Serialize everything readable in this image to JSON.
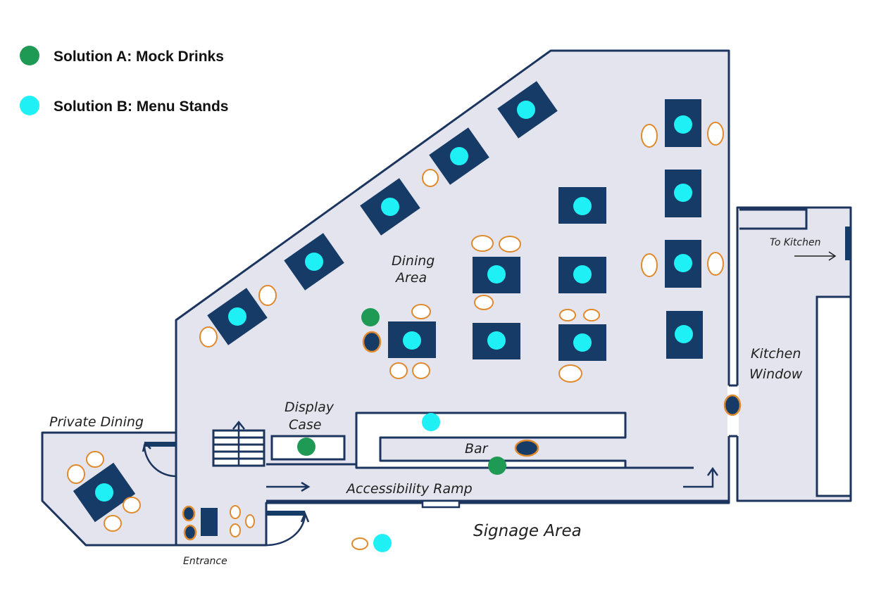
{
  "legend": {
    "solution_a": {
      "label": "Solution A: Mock Drinks",
      "color": "#1f9a55"
    },
    "solution_b": {
      "label": "Solution B: Menu Stands",
      "color": "#1ff0f5"
    }
  },
  "labels": {
    "dining_area": "Dining Area",
    "private_dining": "Private Dining",
    "display_case": "Display Case",
    "bar": "Bar",
    "accessibility_ramp": "Accessibility Ramp",
    "signage_area": "Signage Area",
    "entrance": "Entrance",
    "kitchen_window": "Kitchen Window",
    "to_kitchen": "To Kitchen"
  },
  "colors": {
    "floor": "#e4e4ee",
    "wall": "#1c355e",
    "table": "#163b66",
    "chair": "#e08a2e"
  }
}
